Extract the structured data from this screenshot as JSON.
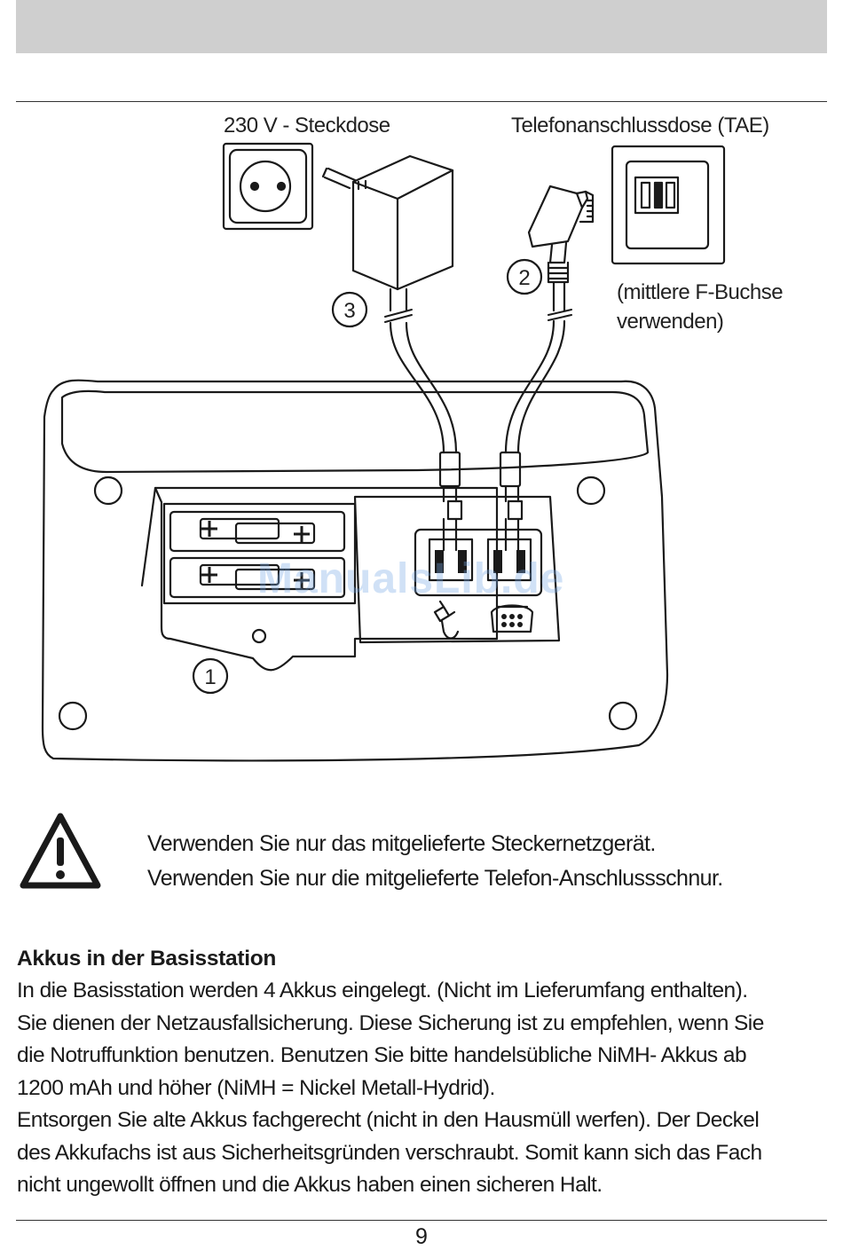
{
  "figure": {
    "outlet_label": "230 V - Steckdose",
    "tae_label": "Telefonanschlussdose (TAE)",
    "tae_note_line1": "(mittlere F-Buchse",
    "tae_note_line2": "verwenden)",
    "callout_1": "1",
    "callout_2": "2",
    "callout_3": "3"
  },
  "watermark": "ManualsLib.de",
  "warning": {
    "line1": "Verwenden Sie nur das mitgelieferte Steckernetzgerät.",
    "line2": "Verwenden Sie nur die mitgelieferte Telefon-Anschlussschnur."
  },
  "section": {
    "title": "Akkus in der Basisstation",
    "lines": [
      "In die Basisstation werden 4 Akkus eingelegt. (Nicht im Lieferumfang enthalten).",
      "Sie dienen der Netzausfallsicherung. Diese Sicherung ist zu empfehlen, wenn Sie",
      "die Notruffunktion benutzen. Benutzen Sie bitte handelsübliche NiMH- Akkus ab",
      "1200 mAh und höher (NiMH = Nickel Metall-Hydrid).",
      "Entsorgen Sie alte Akkus fachgerecht (nicht in den Hausmüll werfen). Der Deckel",
      "des Akkufachs ist aus Sicherheitsgründen verschraubt. Somit kann sich das Fach",
      "nicht ungewollt öffnen und die Akkus haben einen sicheren Halt."
    ]
  },
  "page_number": "9"
}
